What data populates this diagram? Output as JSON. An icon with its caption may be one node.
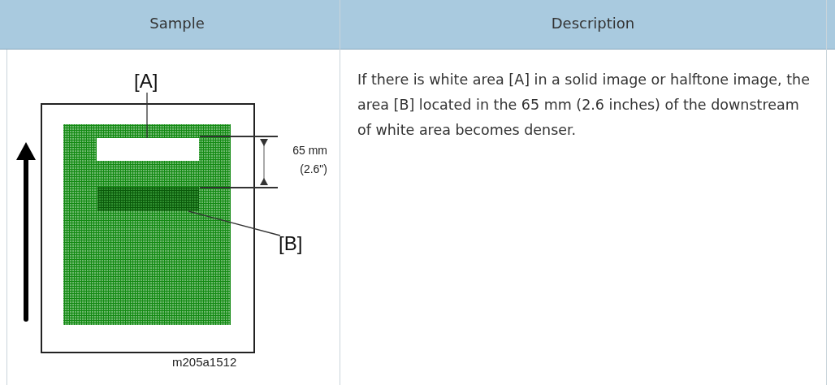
{
  "diagram": {
    "nodes": [
      {
        "text": [
          "[A]"
        ]
      },
      {
        "text": [],
        "shape": "box"
      },
      {
        "text": [
          "[B]"
        ]
      },
      {
        "text": [],
        "shape": "box"
      }
    ],
    "edges": [
      {
        "from": 0,
        "to": 1,
        "arrow": "none"
      },
      {
        "from": 2,
        "to": 3,
        "arrow": "none"
      }
    ],
    "labels": [
      "Sample",
      "Description",
      "65 mm (2.6\")",
      "m205a1512",
      "If there is white area [A] in a solid image or halftone image, the area [B] located in the 65 mm (2.6 inches) of the downstream of white area becomes denser."
    ]
  }
}
